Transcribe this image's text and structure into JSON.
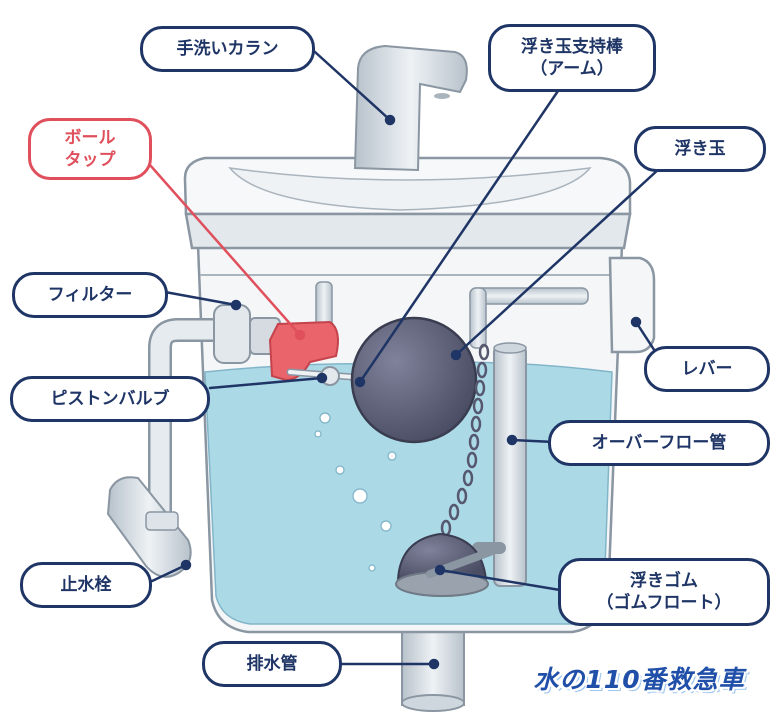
{
  "labels": {
    "faucet": "手洗いカラン",
    "ball_tap_line1": "ボール",
    "ball_tap_line2": "タップ",
    "filter": "フィルター",
    "piston_valve": "ピストンバルブ",
    "stop_valve": "止水栓",
    "drain_pipe": "排水管",
    "float_arm_line1": "浮き玉支持棒",
    "float_arm_line2": "（アーム）",
    "float_ball": "浮き玉",
    "lever": "レバー",
    "overflow_pipe": "オーバーフロー管",
    "rubber_float_line1": "浮きゴム",
    "rubber_float_line2": "（ゴムフロート）"
  },
  "brand": "水の110番救急車",
  "colors": {
    "label_border": "#1f3566",
    "highlight": "#e0505c",
    "water": "#a9d8e6",
    "tank": "#f1f4f6",
    "float_ball": "#5a5d75",
    "pipe": "#cfd7de",
    "brand": "#1f4fa8"
  }
}
